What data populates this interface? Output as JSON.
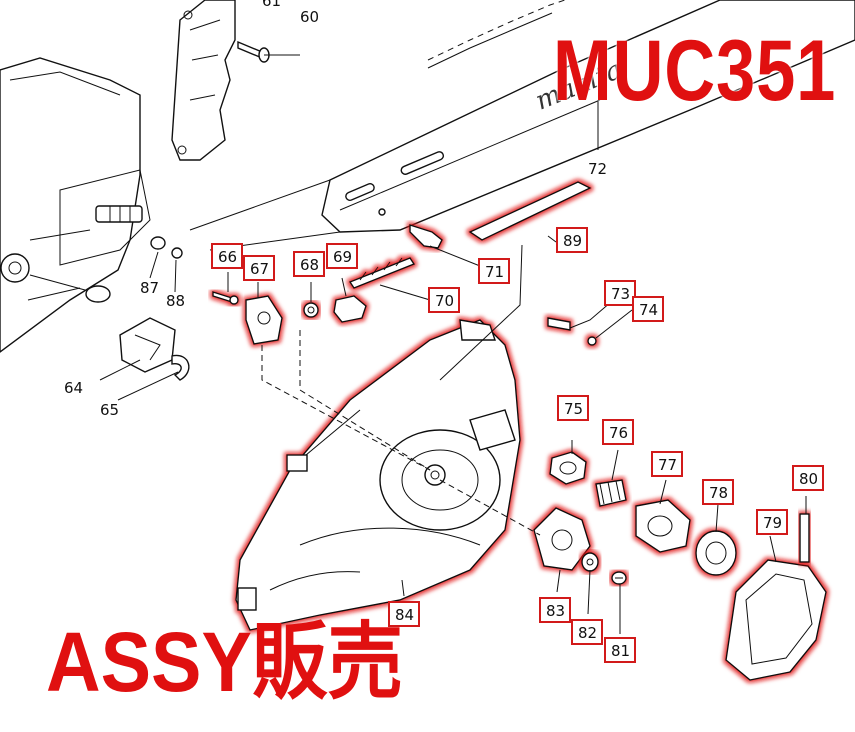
{
  "overlay": {
    "model": "MUC351",
    "sale_text": "ASSY販売",
    "accent_color": "#e01010"
  },
  "diagram": {
    "bar_brand": "makita",
    "callouts": [
      "60",
      "61",
      "64",
      "65",
      "66",
      "67",
      "68",
      "69",
      "70",
      "71",
      "72",
      "73",
      "74",
      "75",
      "76",
      "77",
      "78",
      "79",
      "80",
      "81",
      "82",
      "83",
      "84",
      "87",
      "88",
      "89"
    ],
    "highlighted_parts": [
      "66",
      "67",
      "68",
      "69",
      "70",
      "71",
      "73",
      "74",
      "75",
      "76",
      "77",
      "78",
      "79",
      "80",
      "81",
      "82",
      "83",
      "84",
      "89"
    ]
  }
}
